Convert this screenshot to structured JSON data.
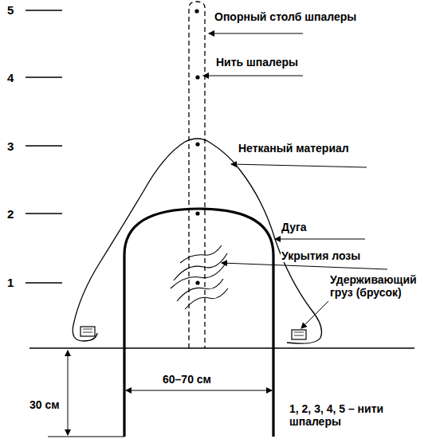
{
  "diagram": {
    "labels": [
      "5",
      "4",
      "3",
      "2",
      "1",
      "Опорный столб шпалеры",
      "Нить шпалеры",
      "Нетканый материал",
      "Дуга",
      "Укрытия лозы",
      "Удерживающий груз (брусок)",
      "60–70 см",
      "30 см",
      "1, 2, 3, 4, 5 – нити шпалеры"
    ]
  }
}
